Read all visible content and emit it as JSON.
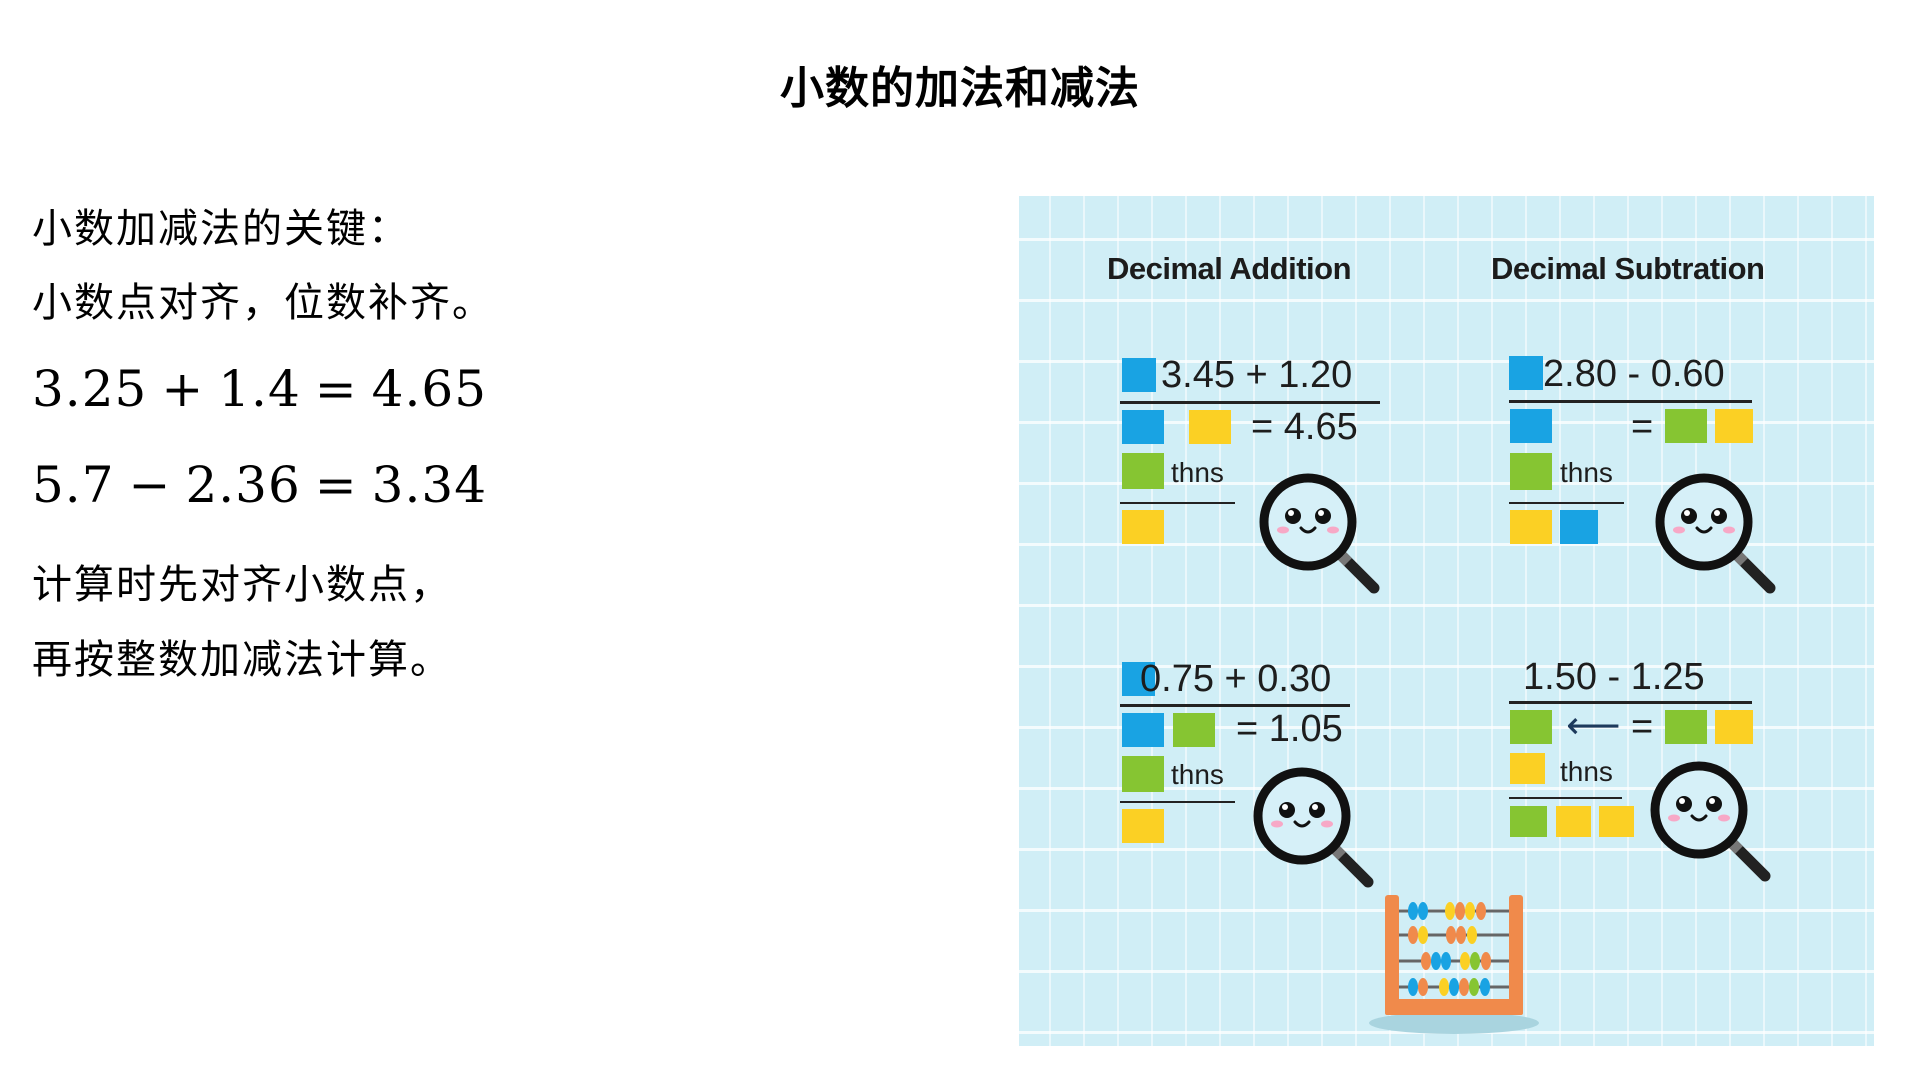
{
  "page": {
    "title": "小数的加法和减法"
  },
  "left_text": {
    "line1": "小数加减法的关键：",
    "line2": "小数点对齐，位数补齐。",
    "equation1": {
      "a": "3.25",
      "op": "+",
      "b": "1.4",
      "eq": "=",
      "result": "4.65"
    },
    "equation2": {
      "a": "5.7",
      "op": "−",
      "b": "2.36",
      "eq": "=",
      "result": "3.34"
    },
    "line3": "计算时先对齐小数点，",
    "line4": "再按整数加减法计算。"
  },
  "illustration": {
    "background_color": "#d0eef6",
    "colors": {
      "blue": "#19a3e3",
      "green": "#86c532",
      "yellow": "#fbd024",
      "abacus_frame": "#f08a4b"
    },
    "addition_heading": "Decimal Addition",
    "subtraction_heading": "Decimal Subtration",
    "panels": [
      {
        "top_line": "3.45  +  1.20",
        "result_line": "=  4.65",
        "label": "thns"
      },
      {
        "top_line": "2.80   -   0.60",
        "result_line": "=",
        "label": "thns"
      },
      {
        "top_line": "0.75  +  0.30",
        "result_line": "= 1.05",
        "label": "thns"
      },
      {
        "top_line": "1.50     -   1.25",
        "result_line": "=",
        "label": "thns",
        "arrow": "⟵"
      }
    ]
  }
}
